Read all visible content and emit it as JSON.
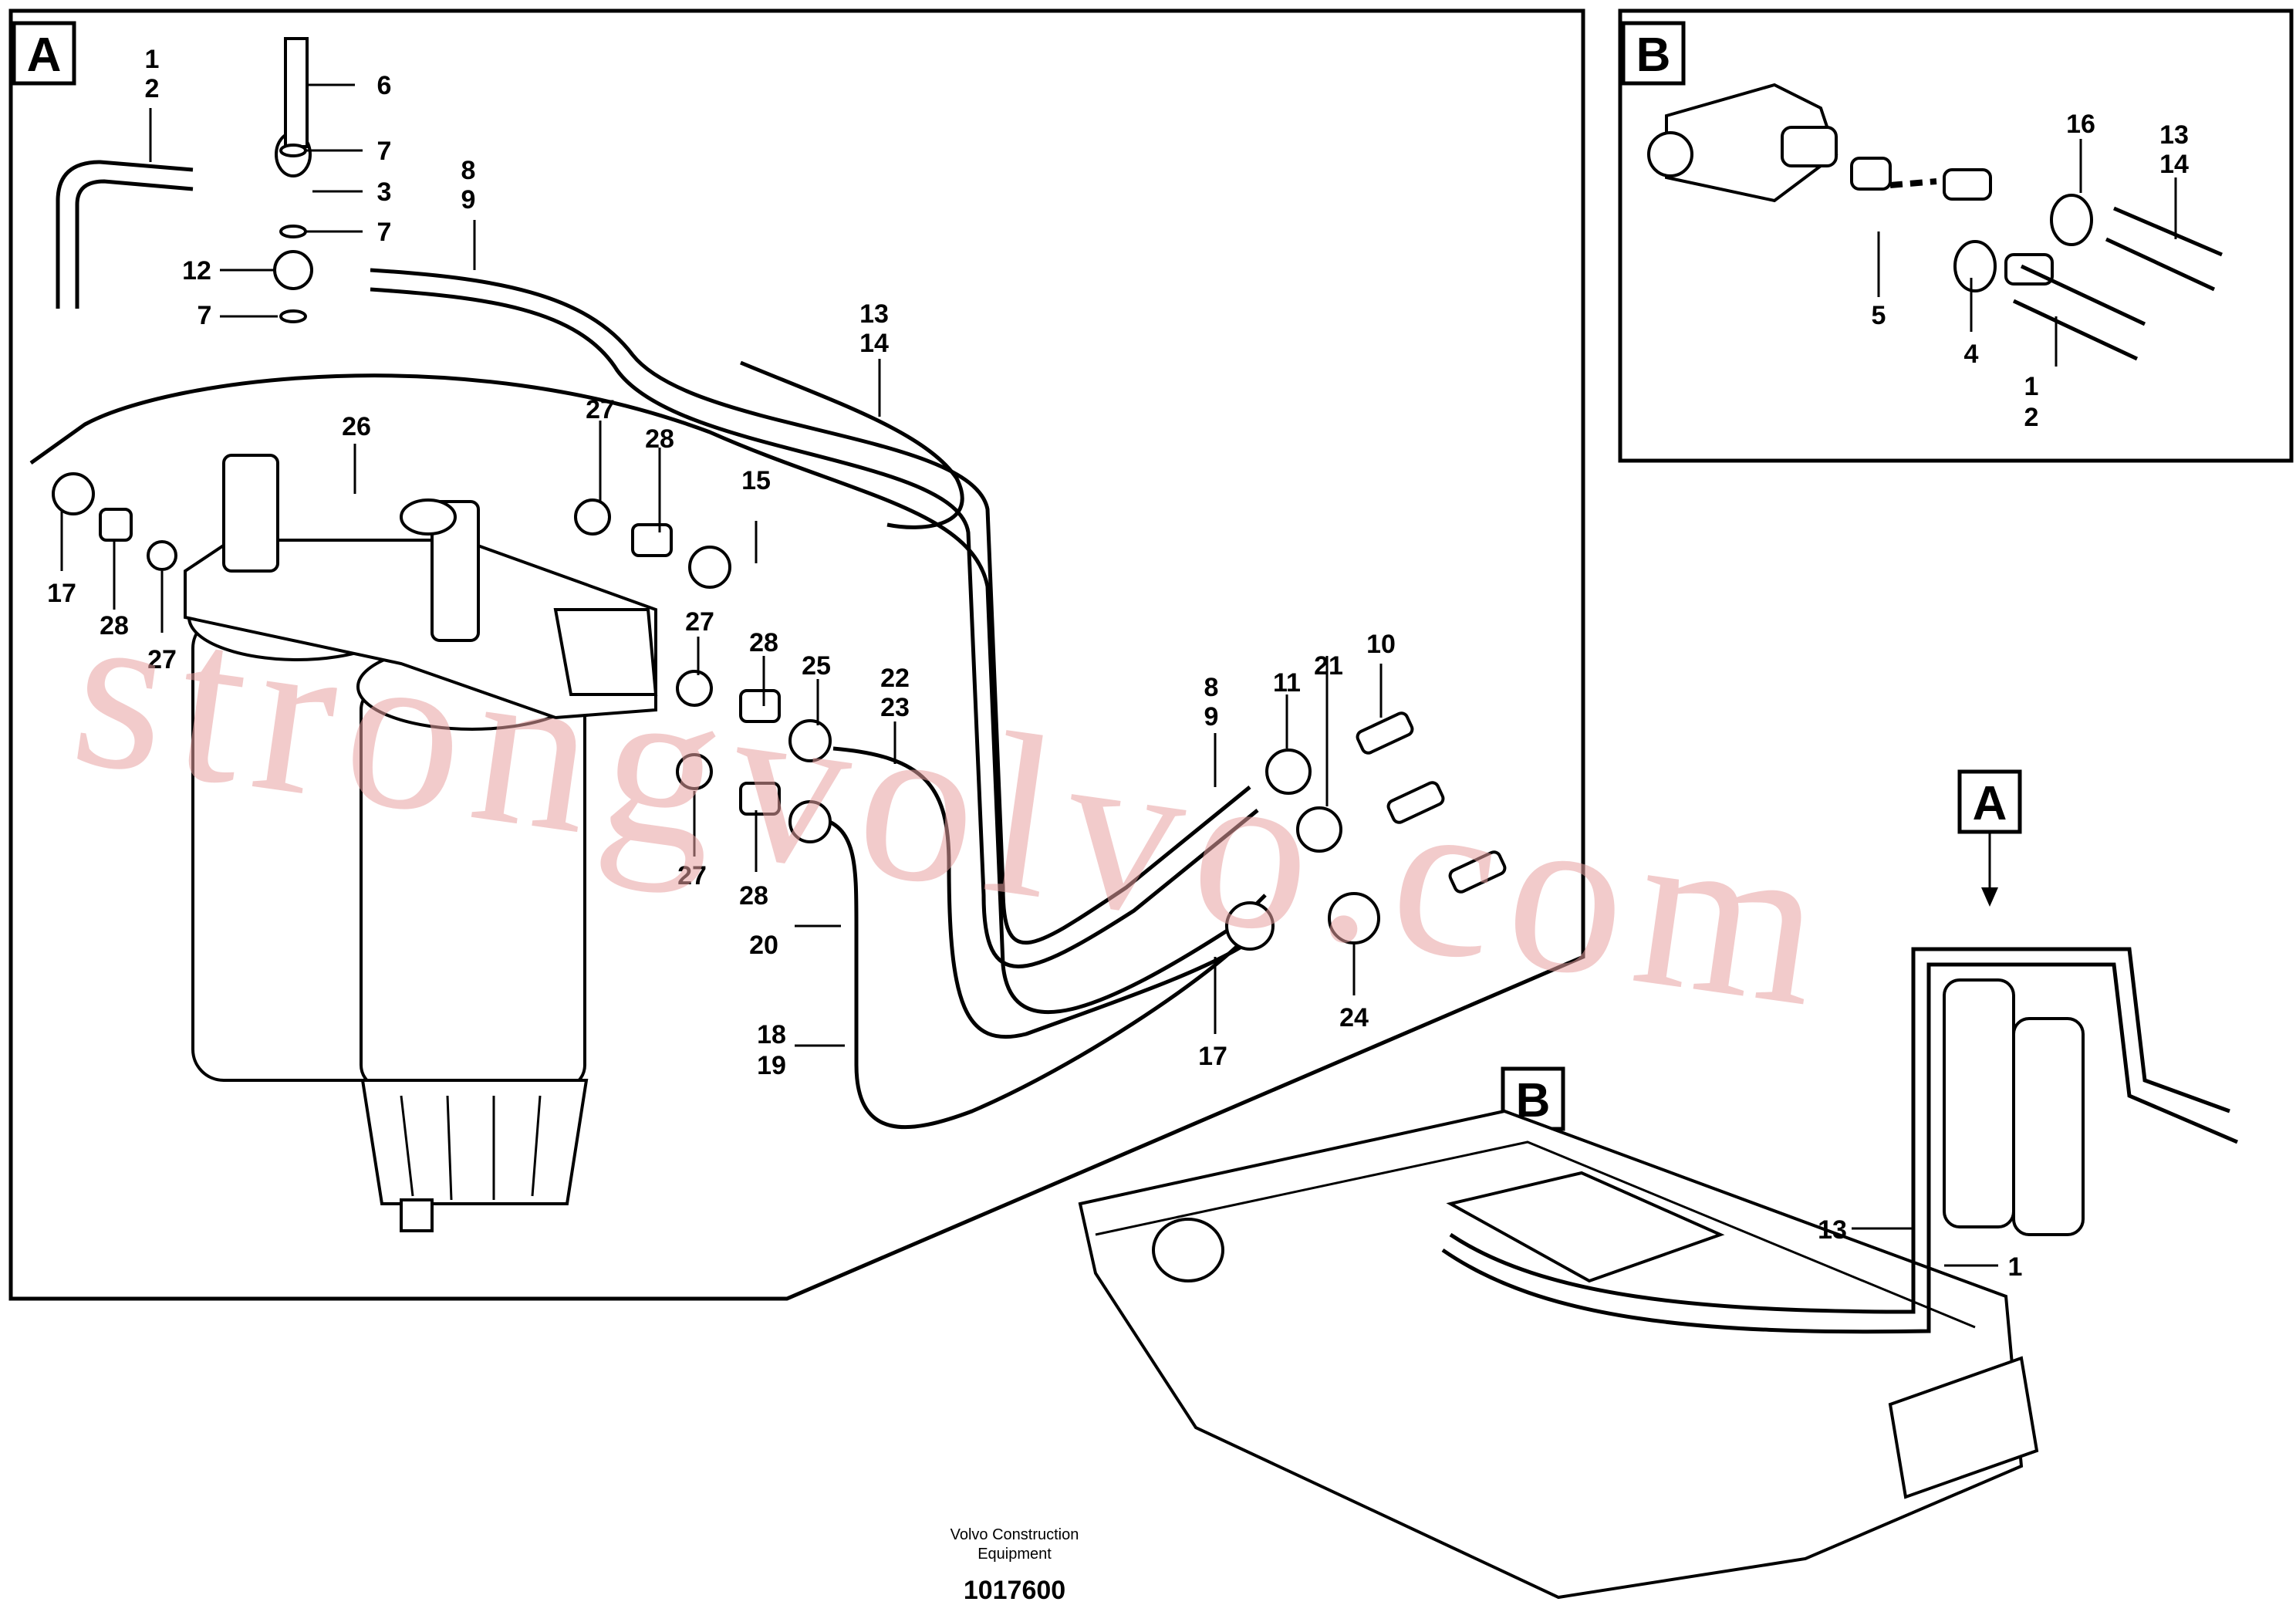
{
  "panels": {
    "a_label": "A",
    "b_label": "B",
    "overview_a_label": "A",
    "overview_b_label": "B"
  },
  "callouts_a": [
    {
      "id": "c1",
      "text": "1"
    },
    {
      "id": "c2",
      "text": "2"
    },
    {
      "id": "c6",
      "text": "6"
    },
    {
      "id": "c7a",
      "text": "7"
    },
    {
      "id": "c3",
      "text": "3"
    },
    {
      "id": "c7b",
      "text": "7"
    },
    {
      "id": "c12",
      "text": "12"
    },
    {
      "id": "c7c",
      "text": "7"
    },
    {
      "id": "c8",
      "text": "8"
    },
    {
      "id": "c9",
      "text": "9"
    },
    {
      "id": "c13",
      "text": "13"
    },
    {
      "id": "c14",
      "text": "14"
    },
    {
      "id": "c26",
      "text": "26"
    },
    {
      "id": "c27a",
      "text": "27"
    },
    {
      "id": "c28a",
      "text": "28"
    },
    {
      "id": "c15",
      "text": "15"
    },
    {
      "id": "c17a",
      "text": "17"
    },
    {
      "id": "c28b",
      "text": "28"
    },
    {
      "id": "c27b",
      "text": "27"
    },
    {
      "id": "c27c",
      "text": "27"
    },
    {
      "id": "c28c",
      "text": "28"
    },
    {
      "id": "c25",
      "text": "25"
    },
    {
      "id": "c22",
      "text": "22"
    },
    {
      "id": "c23",
      "text": "23"
    },
    {
      "id": "c10",
      "text": "10"
    },
    {
      "id": "c11",
      "text": "11"
    },
    {
      "id": "c21",
      "text": "21"
    },
    {
      "id": "c8b",
      "text": "8"
    },
    {
      "id": "c9b",
      "text": "9"
    },
    {
      "id": "c27d",
      "text": "27"
    },
    {
      "id": "c28d",
      "text": "28"
    },
    {
      "id": "c20",
      "text": "20"
    },
    {
      "id": "c18",
      "text": "18"
    },
    {
      "id": "c19",
      "text": "19"
    },
    {
      "id": "c17b",
      "text": "17"
    },
    {
      "id": "c24",
      "text": "24"
    }
  ],
  "callouts_b": [
    {
      "id": "b16",
      "text": "16"
    },
    {
      "id": "b13",
      "text": "13"
    },
    {
      "id": "b14",
      "text": "14"
    },
    {
      "id": "b5",
      "text": "5"
    },
    {
      "id": "b4",
      "text": "4"
    },
    {
      "id": "b1",
      "text": "1"
    },
    {
      "id": "b2",
      "text": "2"
    }
  ],
  "callouts_overview": [
    {
      "id": "o13",
      "text": "13"
    },
    {
      "id": "o1",
      "text": "1"
    }
  ],
  "footer": {
    "line1": "Volvo Construction",
    "line2": "Equipment",
    "drawing_number": "1017600"
  },
  "watermark": "strongvolvo.com"
}
